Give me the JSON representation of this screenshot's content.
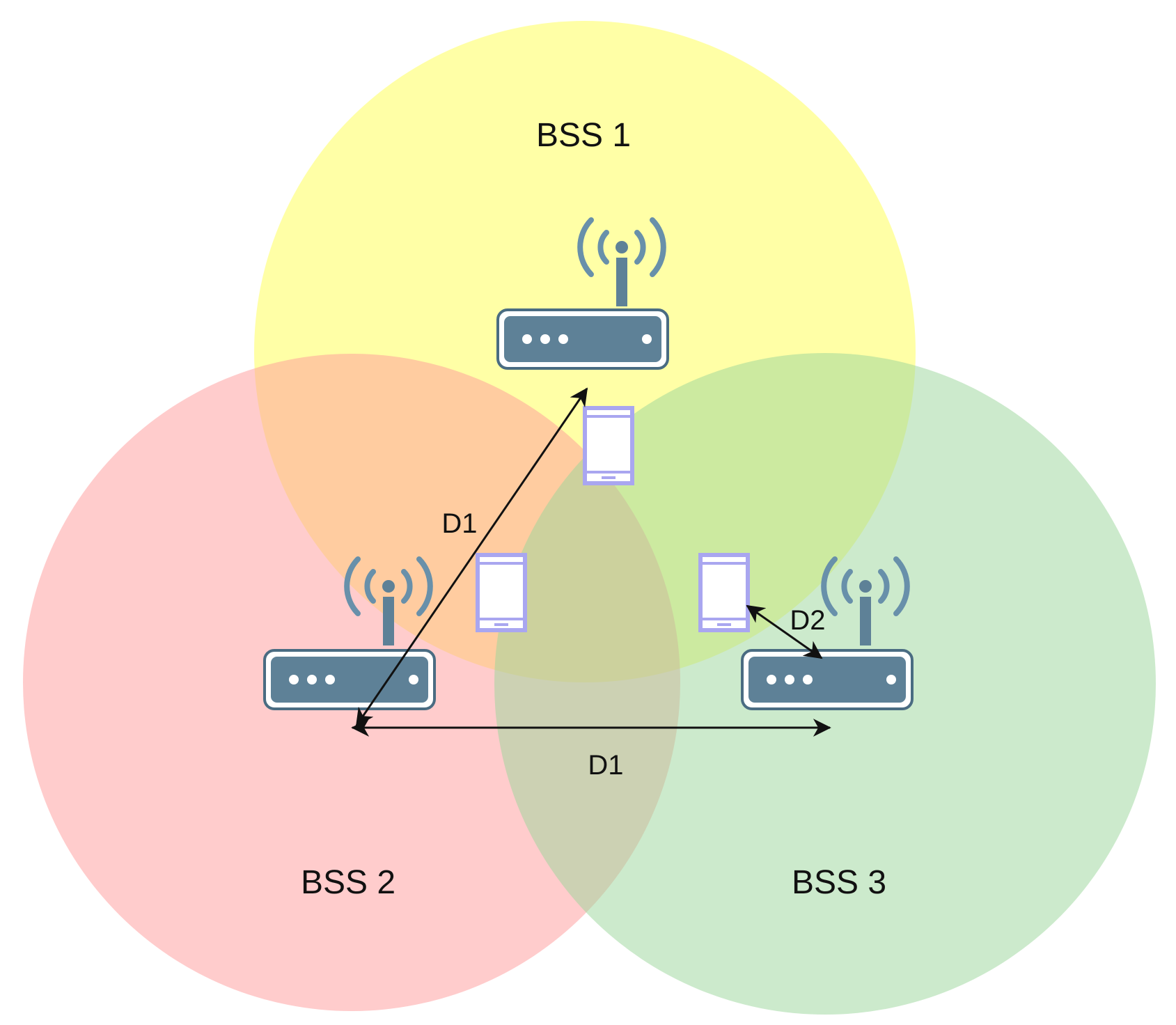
{
  "diagram": {
    "bss": [
      {
        "id": "bss1",
        "label": "BSS 1",
        "color": "#FFFF80"
      },
      {
        "id": "bss2",
        "label": "BSS 2",
        "color": "#FF9999"
      },
      {
        "id": "bss3",
        "label": "BSS 3",
        "color": "#99D699"
      }
    ],
    "distances": [
      {
        "id": "d1-diagonal",
        "label": "D1"
      },
      {
        "id": "d1-horizontal",
        "label": "D1"
      },
      {
        "id": "d2",
        "label": "D2"
      }
    ],
    "colors": {
      "router": "#5E8197",
      "router_edge": "#4A6C82",
      "wifi_waves": "#6890AA",
      "phone_outline": "#A9A6F0",
      "arrow": "#111111"
    }
  }
}
